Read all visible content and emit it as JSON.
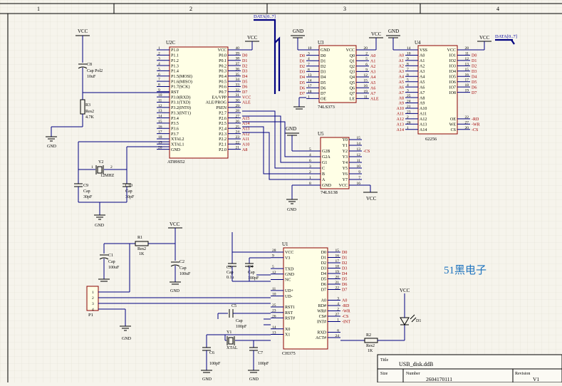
{
  "border": {
    "cols": [
      "1",
      "2",
      "3",
      "4"
    ]
  },
  "colors": {
    "wire": "#000080",
    "part_outline": "#8b0000",
    "part_fill": "#ffffe6",
    "net_label": "#a00000",
    "text": "#000000",
    "brand": "#1e73be"
  },
  "nets": {
    "vcc": "VCC",
    "gnd": "GND",
    "data_bus": "DATA[0..7]"
  },
  "u2": {
    "ref": "U2C",
    "part": "AT89S52",
    "left_pins": [
      "P1.0",
      "P1.1",
      "P1.2",
      "P1.3",
      "P1.4",
      "P1.5(MOSI)",
      "P1.6(MISO)",
      "P1.7(SCK)",
      "RST",
      "P3.0(RXD)",
      "P3.1(TXD)",
      "P3.2(INT0)",
      "P3.3(INT1)",
      "P3.4",
      "P3.5",
      "P3.6",
      "P3.7",
      "XTAL2",
      "XTAL1",
      "GND"
    ],
    "left_nums": [
      "1",
      "2",
      "3",
      "4",
      "5",
      "6",
      "7",
      "8",
      "9",
      "10",
      "11",
      "12",
      "13",
      "14",
      "15",
      "16",
      "17",
      "18",
      "19",
      "20"
    ],
    "right_pins": [
      "VCC",
      "P0.0",
      "P0.1",
      "P0.2",
      "P0.3",
      "P0.4",
      "P0.5",
      "P0.6",
      "P0.7",
      "EA/VPP",
      "ALE/PROG",
      "PSEN",
      "P2.7",
      "P2.6",
      "P2.5",
      "P2.4",
      "P2.3",
      "P2.2",
      "P2.1",
      "P2.0"
    ],
    "right_nums": [
      "40",
      "39",
      "38",
      "37",
      "36",
      "35",
      "34",
      "33",
      "32",
      "31",
      "30",
      "29",
      "28",
      "27",
      "26",
      "25",
      "24",
      "23",
      "22",
      "21"
    ],
    "right_nets": [
      "",
      "D0",
      "D1",
      "D2",
      "D3",
      "D4",
      "D5",
      "D6",
      "D7",
      "VCC",
      "ALE",
      "",
      "",
      "A15",
      "A14",
      "A13",
      "A12",
      "A11",
      "A10",
      "A8"
    ]
  },
  "u3": {
    "ref": "U3",
    "part": "74LS373",
    "left_pins": [
      "GND",
      "D0",
      "D1",
      "D2",
      "D3",
      "D4",
      "D5",
      "D6",
      "D7",
      "OE"
    ],
    "left_nums": [
      "10",
      "3",
      "4",
      "7",
      "8",
      "13",
      "14",
      "17",
      "18",
      "1"
    ],
    "right_pins": [
      "VCC",
      "Q0",
      "Q1",
      "Q2",
      "Q3",
      "Q4",
      "Q5",
      "Q6",
      "Q7",
      "LE"
    ],
    "right_nums": [
      "20",
      "2",
      "5",
      "6",
      "9",
      "12",
      "15",
      "16",
      "19",
      "11"
    ],
    "left_nets": [
      "",
      "D0",
      "D1",
      "D2",
      "D3",
      "D4",
      "D5",
      "D6",
      "D7",
      ""
    ],
    "right_nets": [
      "",
      "A0",
      "A1",
      "A2",
      "A3",
      "A4",
      "A5",
      "A6",
      "A7",
      "ALE"
    ]
  },
  "u4": {
    "ref": "U4",
    "part": "62256",
    "left_pins": [
      "VSS",
      "A0",
      "A1",
      "A2",
      "A3",
      "A4",
      "A5",
      "A6",
      "A7",
      "A8",
      "A9",
      "A10",
      "A11",
      "A12",
      "A13",
      "A14"
    ],
    "left_nums": [
      "14",
      "10",
      "9",
      "8",
      "7",
      "6",
      "5",
      "4",
      "3",
      "25",
      "24",
      "21",
      "23",
      "2",
      "26",
      "1"
    ],
    "left_nets": [
      "",
      "A0",
      "A1",
      "A2",
      "A3",
      "A4",
      "A5",
      "A6",
      "A7",
      "A8",
      "A9",
      "A10",
      "A11",
      "A12",
      "A13",
      "A14"
    ],
    "right_pins": [
      "VCC",
      "IO1",
      "IO2",
      "IO3",
      "IO4",
      "IO5",
      "IO6",
      "IO7",
      "IO8",
      "",
      "",
      "",
      "",
      "OE",
      "WE",
      "CS"
    ],
    "right_nums": [
      "28",
      "11",
      "12",
      "13",
      "15",
      "16",
      "17",
      "18",
      "19",
      "",
      "",
      "",
      "",
      "22",
      "27",
      "20"
    ],
    "right_nets": [
      "",
      "D0",
      "D1",
      "D2",
      "D3",
      "D4",
      "D5",
      "D6",
      "D7",
      "",
      "",
      "",
      "",
      "-RD",
      "-WR",
      "-CS"
    ]
  },
  "u5": {
    "ref": "U5",
    "part": "74LS138",
    "left_pins": [
      "",
      "",
      "G2B",
      "G2A",
      "G1",
      "C",
      "B",
      "A",
      "GND"
    ],
    "left_nums": [
      "",
      "",
      "5",
      "4",
      "6",
      "3",
      "2",
      "1",
      "8"
    ],
    "right_pins": [
      "Y0",
      "Y1",
      "Y2",
      "Y3",
      "Y4",
      "Y5",
      "Y6",
      "Y7",
      "VCC"
    ],
    "right_nums": [
      "15",
      "14",
      "13",
      "12",
      "11",
      "10",
      "9",
      "7",
      "16"
    ],
    "right_nets": [
      "",
      "",
      "-CS",
      "",
      "",
      "",
      "",
      "",
      ""
    ]
  },
  "u1": {
    "ref": "U1",
    "part": "CH375",
    "left_pins": [
      "VCC",
      "V3",
      "",
      "TXD",
      "GND",
      "NC",
      "",
      "UD+",
      "UD-",
      "",
      "RST1",
      "RST",
      "RST#",
      "",
      "X0",
      "X1"
    ],
    "left_nums": [
      "28",
      "9",
      "",
      "5",
      "12",
      "",
      "",
      "11",
      "10",
      "",
      "25",
      "23",
      "26",
      "",
      "14",
      "13"
    ],
    "right_pins": [
      "D0",
      "D1",
      "D2",
      "D3",
      "D4",
      "D5",
      "D6",
      "D7",
      "",
      "A0",
      "RD#",
      "WR#",
      "CS#",
      "INT#",
      "",
      "RXD",
      "ACT#"
    ],
    "right_nums": [
      "15",
      "16",
      "17",
      "18",
      "19",
      "20",
      "21",
      "22",
      "",
      "3",
      "4",
      "2",
      "27",
      "1",
      "",
      "6",
      "24"
    ],
    "right_nets": [
      "D0",
      "D1",
      "D2",
      "D3",
      "D4",
      "D5",
      "D6",
      "D7",
      "",
      "A0",
      "-RD",
      "-WR",
      "-CS",
      "-INT",
      "",
      "",
      ""
    ]
  },
  "passives": {
    "c8": {
      "ref": "C8",
      "val1": "Cap Pol2",
      "val2": "10uF"
    },
    "r3": {
      "ref": "R3",
      "val1": "Res2",
      "val2": "4.7K"
    },
    "y2": {
      "ref": "Y2",
      "val": "12MHZ",
      "p1": "1",
      "p2": "2"
    },
    "c9": {
      "ref": "C9",
      "val1": "Cap",
      "val2": "30pF"
    },
    "c10": {
      "ref": "C10",
      "val1": "Cap",
      "val2": "30pF"
    },
    "r1": {
      "ref": "R1",
      "val1": "Res2",
      "val2": "1K"
    },
    "c1": {
      "ref": "C1",
      "val1": "Cap",
      "val2": "100uF"
    },
    "c2": {
      "ref": "C2",
      "val1": "Cap",
      "val2": "100uF"
    },
    "c3": {
      "ref": "C3",
      "val1": "Cap",
      "val2": "0.1u"
    },
    "c4": {
      "ref": "C4",
      "val1": "Cap",
      "val2": "100pF"
    },
    "c5": {
      "ref": "C5",
      "val1": "Cap",
      "val2": "100pF"
    },
    "y1": {
      "ref": "Y1",
      "val": "XTAL"
    },
    "c6": {
      "ref": "C6",
      "val": "100pF"
    },
    "c7": {
      "ref": "C7",
      "val": "100pF"
    },
    "r2": {
      "ref": "R2",
      "val1": "Res2",
      "val2": "1K"
    },
    "d1": {
      "ref": "D1"
    },
    "p1": {
      "ref": "P1",
      "pins": [
        "1",
        "2",
        "3",
        "4"
      ]
    }
  },
  "brand": "51黑电子",
  "title_block": {
    "title_label": "Title",
    "title": "USB_disk.ddB",
    "size_label": "Size",
    "number_label": "Number",
    "number": "2604170111",
    "revision_label": "Revision",
    "revision": "V1"
  }
}
